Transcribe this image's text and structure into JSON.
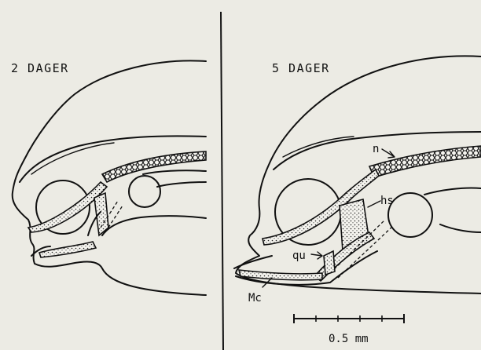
{
  "panels": [
    {
      "title": "2 DAGER"
    },
    {
      "title": "5 DAGER"
    }
  ],
  "labels": {
    "n": "n",
    "hs": "hs",
    "qu": "qu",
    "mc": "Mc"
  },
  "scale_bar": {
    "label": "0.5 mm"
  }
}
